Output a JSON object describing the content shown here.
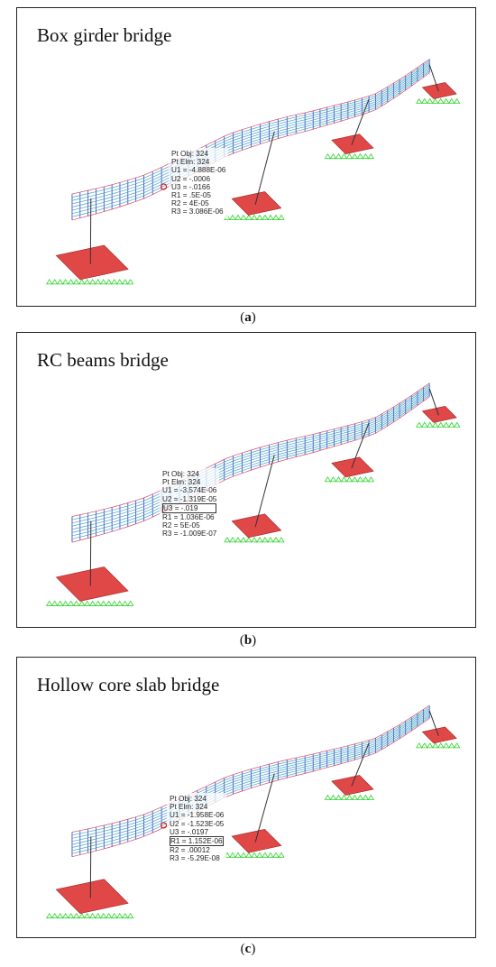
{
  "panels": [
    {
      "title": "Box girder bridge",
      "caption_open": "(",
      "caption_letter": "a",
      "caption_close": ")",
      "readout": [
        "Pt Obj: 324",
        "Pt Elm: 324",
        "U1 = -4.888E-06",
        "U2 = -.0006",
        "U3 = -.0166",
        "R1 = .5E-05",
        "R2 = 4E-05",
        "R3 = 3.086E-06"
      ],
      "highlight_index": -1
    },
    {
      "title": "RC beams bridge",
      "caption_open": "(",
      "caption_letter": "b",
      "caption_close": ")",
      "readout": [
        "Pt Obj: 324",
        "Pt Elm: 324",
        "U1 = -3.574E-06",
        "U2 = -1.319E-05",
        "U3 = -.019",
        "R1 = 1.036E-06",
        "R2 = 5E-05",
        "R3 = -1.009E-07"
      ],
      "highlight_index": 4
    },
    {
      "title": "Hollow core slab bridge",
      "caption_open": "(",
      "caption_letter": "c",
      "caption_close": ")",
      "readout": [
        "Pt Obj: 324",
        "Pt Elm: 324",
        "U1 = -1.958E-06",
        "U2 = -1.523E-05",
        "U3 = -.0197",
        "R1 = 1.152E-06",
        "R2 = .00012",
        "R3 = -5.29E-08"
      ],
      "highlight_index": 5
    }
  ],
  "colors": {
    "deck_mesh": "#2b3fbf",
    "deck_edge": "#d0506a",
    "footing": "#e04848",
    "support": "#2bd62b",
    "pier": "#333333",
    "marker": "#d02020"
  }
}
